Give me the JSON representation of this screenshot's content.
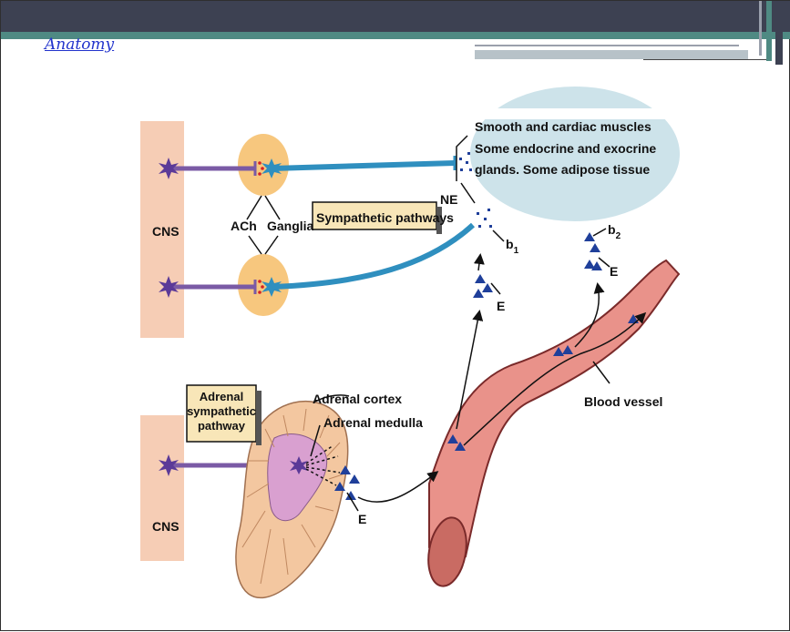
{
  "slide": {
    "title": "Anatomy"
  },
  "diagram": {
    "cns_top": "CNS",
    "cns_bottom": "CNS",
    "ach": "ACh",
    "ganglia": "Ganglia",
    "sympathetic_pathways": "Sympathetic pathways",
    "target_line1": "Smooth and cardiac muscles",
    "target_line2": "Some endocrine and exocrine",
    "target_line3": "glands. Some adipose tissue",
    "ne": "NE",
    "b1": "b",
    "b1_sub": "1",
    "b2": "b",
    "b2_sub": "2",
    "e_upper_left": "E",
    "e_upper_right": "E",
    "e_adrenal": "E",
    "adrenal_box_line1": "Adrenal",
    "adrenal_box_line2": "sympathetic",
    "adrenal_box_line3": "pathway",
    "adrenal_cortex": "Adrenal cortex",
    "adrenal_medulla": "Adrenal medulla",
    "blood_vessel": "Blood vessel"
  },
  "colors": {
    "header_dark": "#3d4152",
    "header_teal": "#4f8a83",
    "cns_fill": "#f6cdb5",
    "ganglion_fill": "#f7c77e",
    "preganglionic_axon": "#7a5aa5",
    "postganglionic_axon": "#2f8fbf",
    "target_fill": "#cde3ea",
    "label_box_fill": "#f8e6b8",
    "vessel_fill": "#e9928a",
    "adrenal_fill": "#f3c7a0",
    "medulla_fill": "#d9a0d0",
    "hormone_marker": "#1f3f9a"
  }
}
